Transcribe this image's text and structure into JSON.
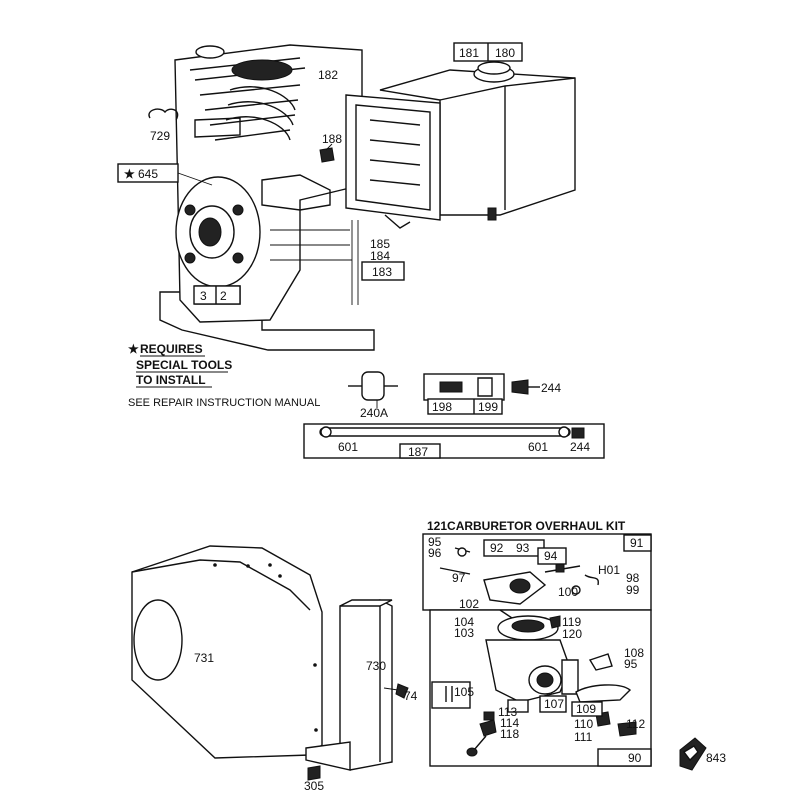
{
  "parts": {
    "p181": "181",
    "p180": "180",
    "p182": "182",
    "p188": "188",
    "p729": "729",
    "p645": "645",
    "p185": "185",
    "p184": "184",
    "p183": "183",
    "p3": "3",
    "p2": "2",
    "p240a": "240A",
    "p198": "198",
    "p199": "199",
    "p244a": "244",
    "p601a": "601",
    "p187": "187",
    "p601b": "601",
    "p244b": "244",
    "p91": "91",
    "p95a": "95",
    "p96": "96",
    "p92": "92",
    "p93": "93",
    "p94": "94",
    "p97": "97",
    "p101": "H01",
    "p98": "98",
    "p99": "99",
    "p100": "100",
    "p102": "102",
    "p104": "104",
    "p103": "103",
    "p119": "119",
    "p120": "120",
    "p108": "108",
    "p95b": "95",
    "p731": "731",
    "p730": "730",
    "p74": "74",
    "p105": "105",
    "p113": "113",
    "p114": "114",
    "p118": "118",
    "p107": "107",
    "p109": "109",
    "p110": "110",
    "p111": "111",
    "p112": "112",
    "p90": "90",
    "p305": "305",
    "p843": "843"
  },
  "notes": {
    "requires_line1": "REQUIRES",
    "requires_line2": "SPECIAL TOOLS",
    "requires_line3": "TO INSTALL",
    "see_manual": "SEE REPAIR INSTRUCTION MANUAL",
    "kit_title": "121CARBURETOR OVERHAUL KIT",
    "star": "★"
  }
}
